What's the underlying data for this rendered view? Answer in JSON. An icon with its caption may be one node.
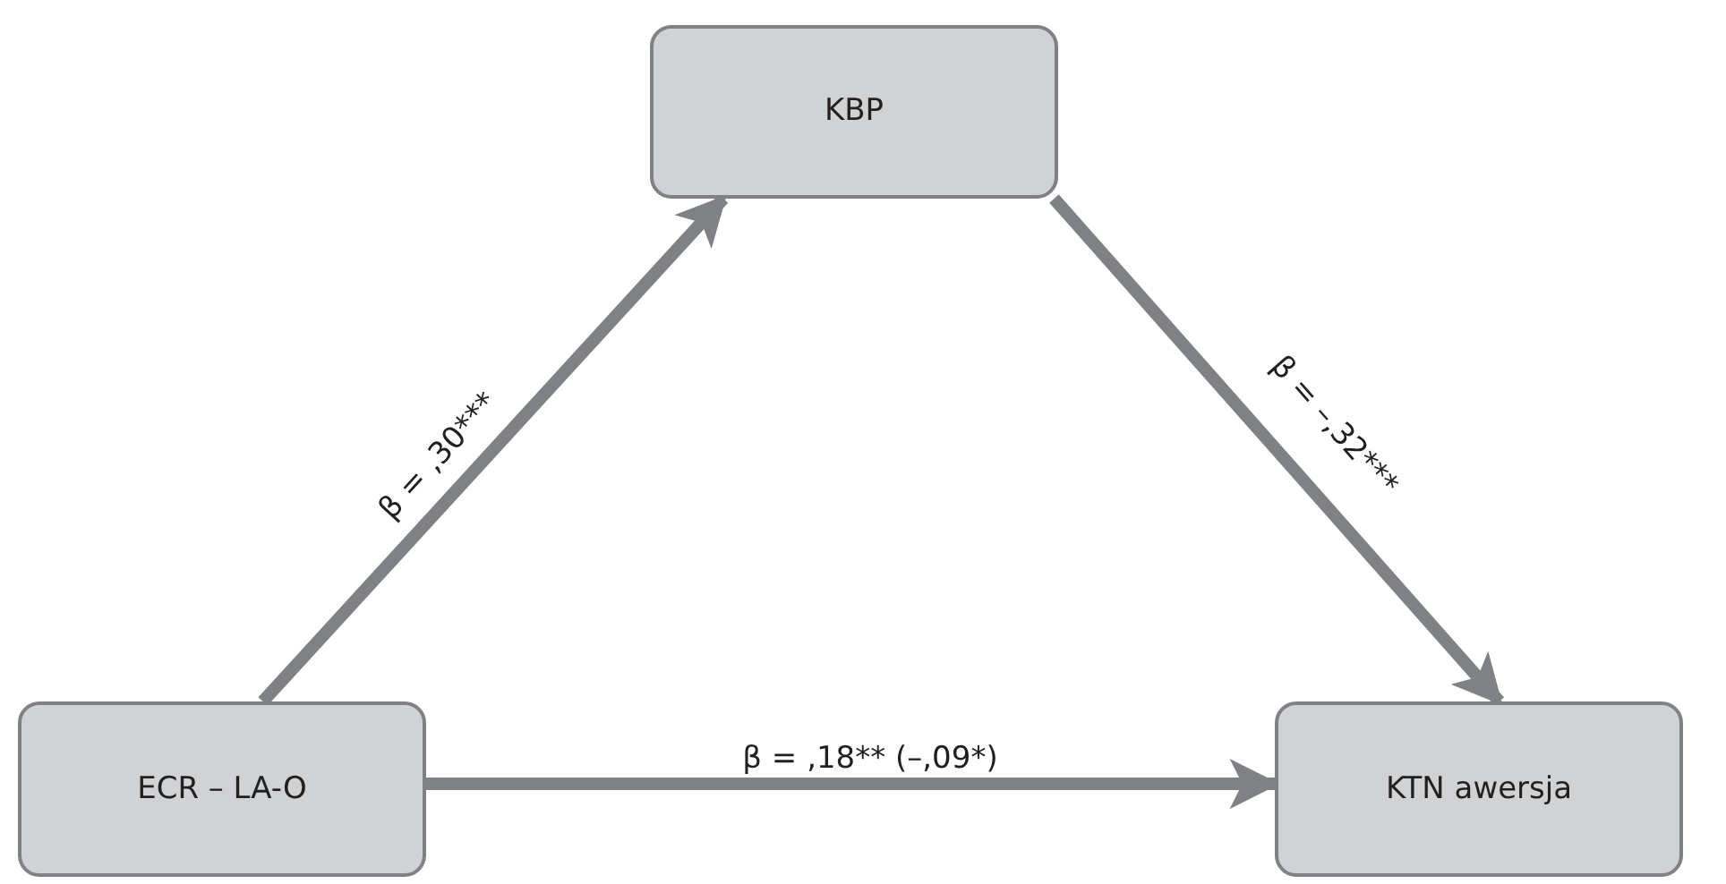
{
  "diagram": {
    "nodes": [
      {
        "text": [
          "KBP"
        ]
      },
      {
        "text": [
          "ECR – LA-O"
        ]
      },
      {
        "text": [
          "KTN awersja"
        ]
      }
    ],
    "edges": [
      {
        "from": 1,
        "to": 0,
        "arrow": "to",
        "label": "β = ,30***"
      },
      {
        "from": 0,
        "to": 2,
        "arrow": "to",
        "label": "β = –,32***"
      },
      {
        "from": 1,
        "to": 2,
        "arrow": "to",
        "label": "β = ,18** (–,09*)"
      }
    ]
  }
}
